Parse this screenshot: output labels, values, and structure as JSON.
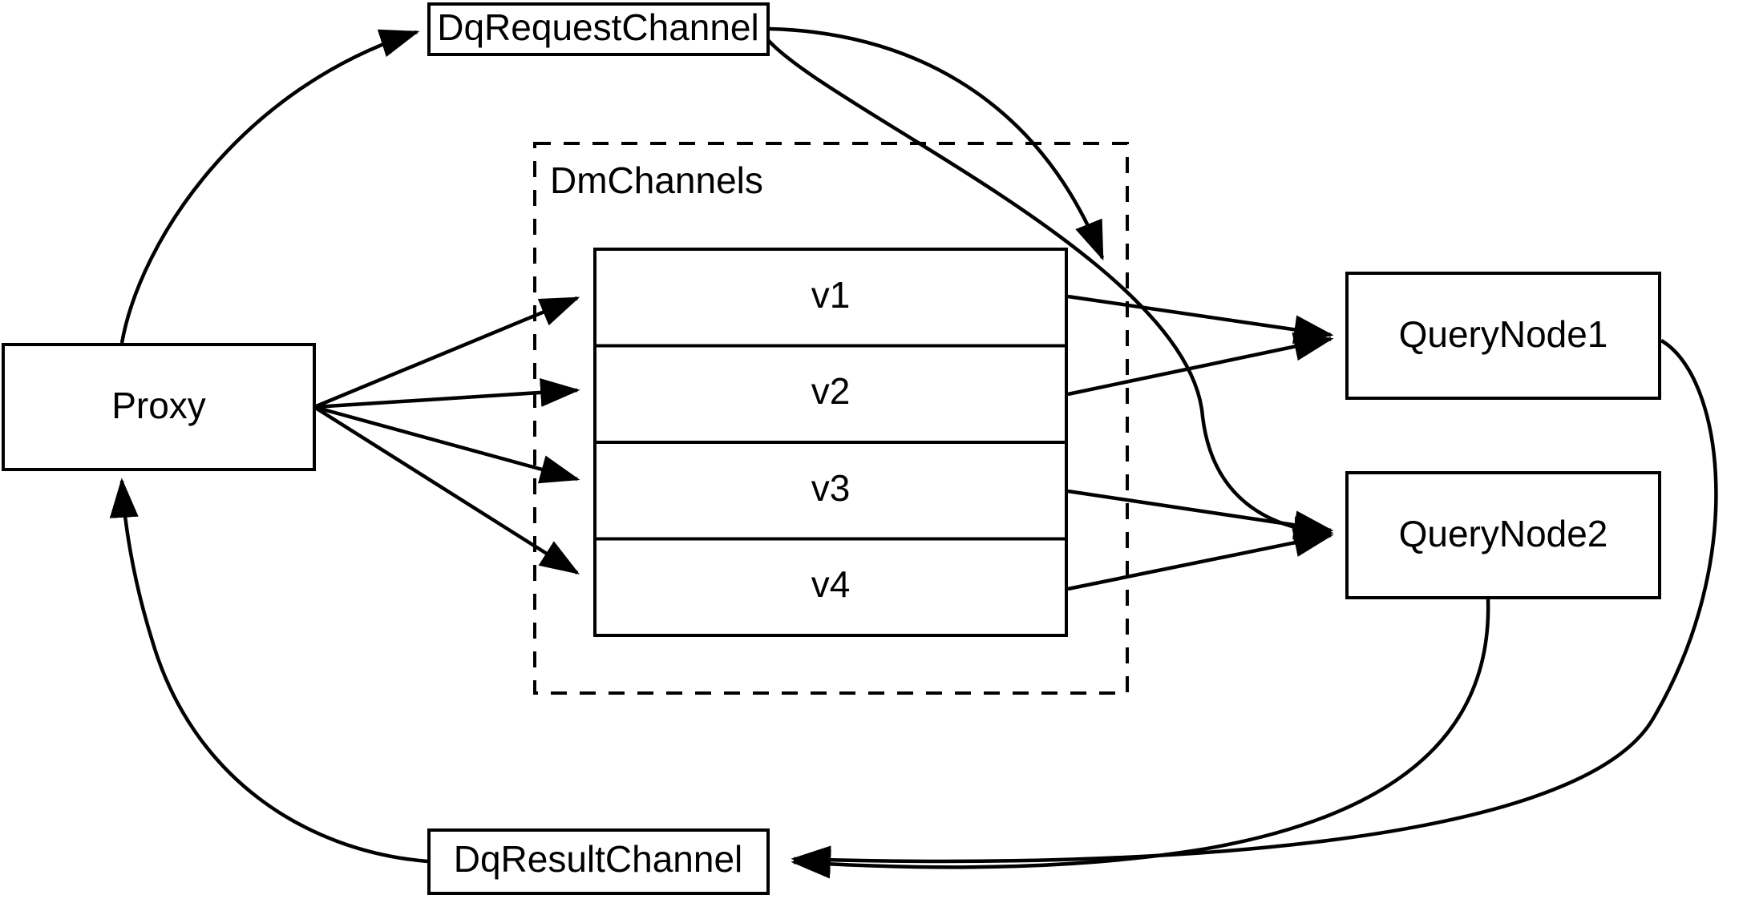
{
  "diagram": {
    "title": "Milvus distributed query channel topology",
    "background_color": "#ffffff",
    "line_color": "#000000",
    "text_color": "#000000"
  },
  "nodes": {
    "proxy": {
      "label": "Proxy"
    },
    "dq_request_channel": {
      "label": "DqRequestChannel"
    },
    "dq_result_channel": {
      "label": "DqResultChannel"
    },
    "query_node_1": {
      "label": "QueryNode1"
    },
    "query_node_2": {
      "label": "QueryNode2"
    }
  },
  "group": {
    "label": "DmChannels",
    "style": "dashed"
  },
  "channel_rows": [
    {
      "label": "v1"
    },
    {
      "label": "v2"
    },
    {
      "label": "v3"
    },
    {
      "label": "v4"
    }
  ],
  "edges": [
    {
      "from": "Proxy",
      "to": "DqRequestChannel",
      "arrow": true
    },
    {
      "from": "DqRequestChannel",
      "to": "QueryNode1",
      "arrow": true
    },
    {
      "from": "DqRequestChannel",
      "to": "QueryNode2",
      "arrow": true
    },
    {
      "from": "Proxy",
      "to": "v1",
      "arrow": true
    },
    {
      "from": "Proxy",
      "to": "v2",
      "arrow": true
    },
    {
      "from": "Proxy",
      "to": "v3",
      "arrow": true
    },
    {
      "from": "Proxy",
      "to": "v4",
      "arrow": true
    },
    {
      "from": "v1",
      "to": "QueryNode1",
      "arrow": true
    },
    {
      "from": "v2",
      "to": "QueryNode1",
      "arrow": true
    },
    {
      "from": "v3",
      "to": "QueryNode2",
      "arrow": true
    },
    {
      "from": "v4",
      "to": "QueryNode2",
      "arrow": true
    },
    {
      "from": "QueryNode1",
      "to": "DqResultChannel",
      "arrow": true
    },
    {
      "from": "QueryNode2",
      "to": "DqResultChannel",
      "arrow": true
    },
    {
      "from": "DqResultChannel",
      "to": "Proxy",
      "arrow": true
    }
  ]
}
